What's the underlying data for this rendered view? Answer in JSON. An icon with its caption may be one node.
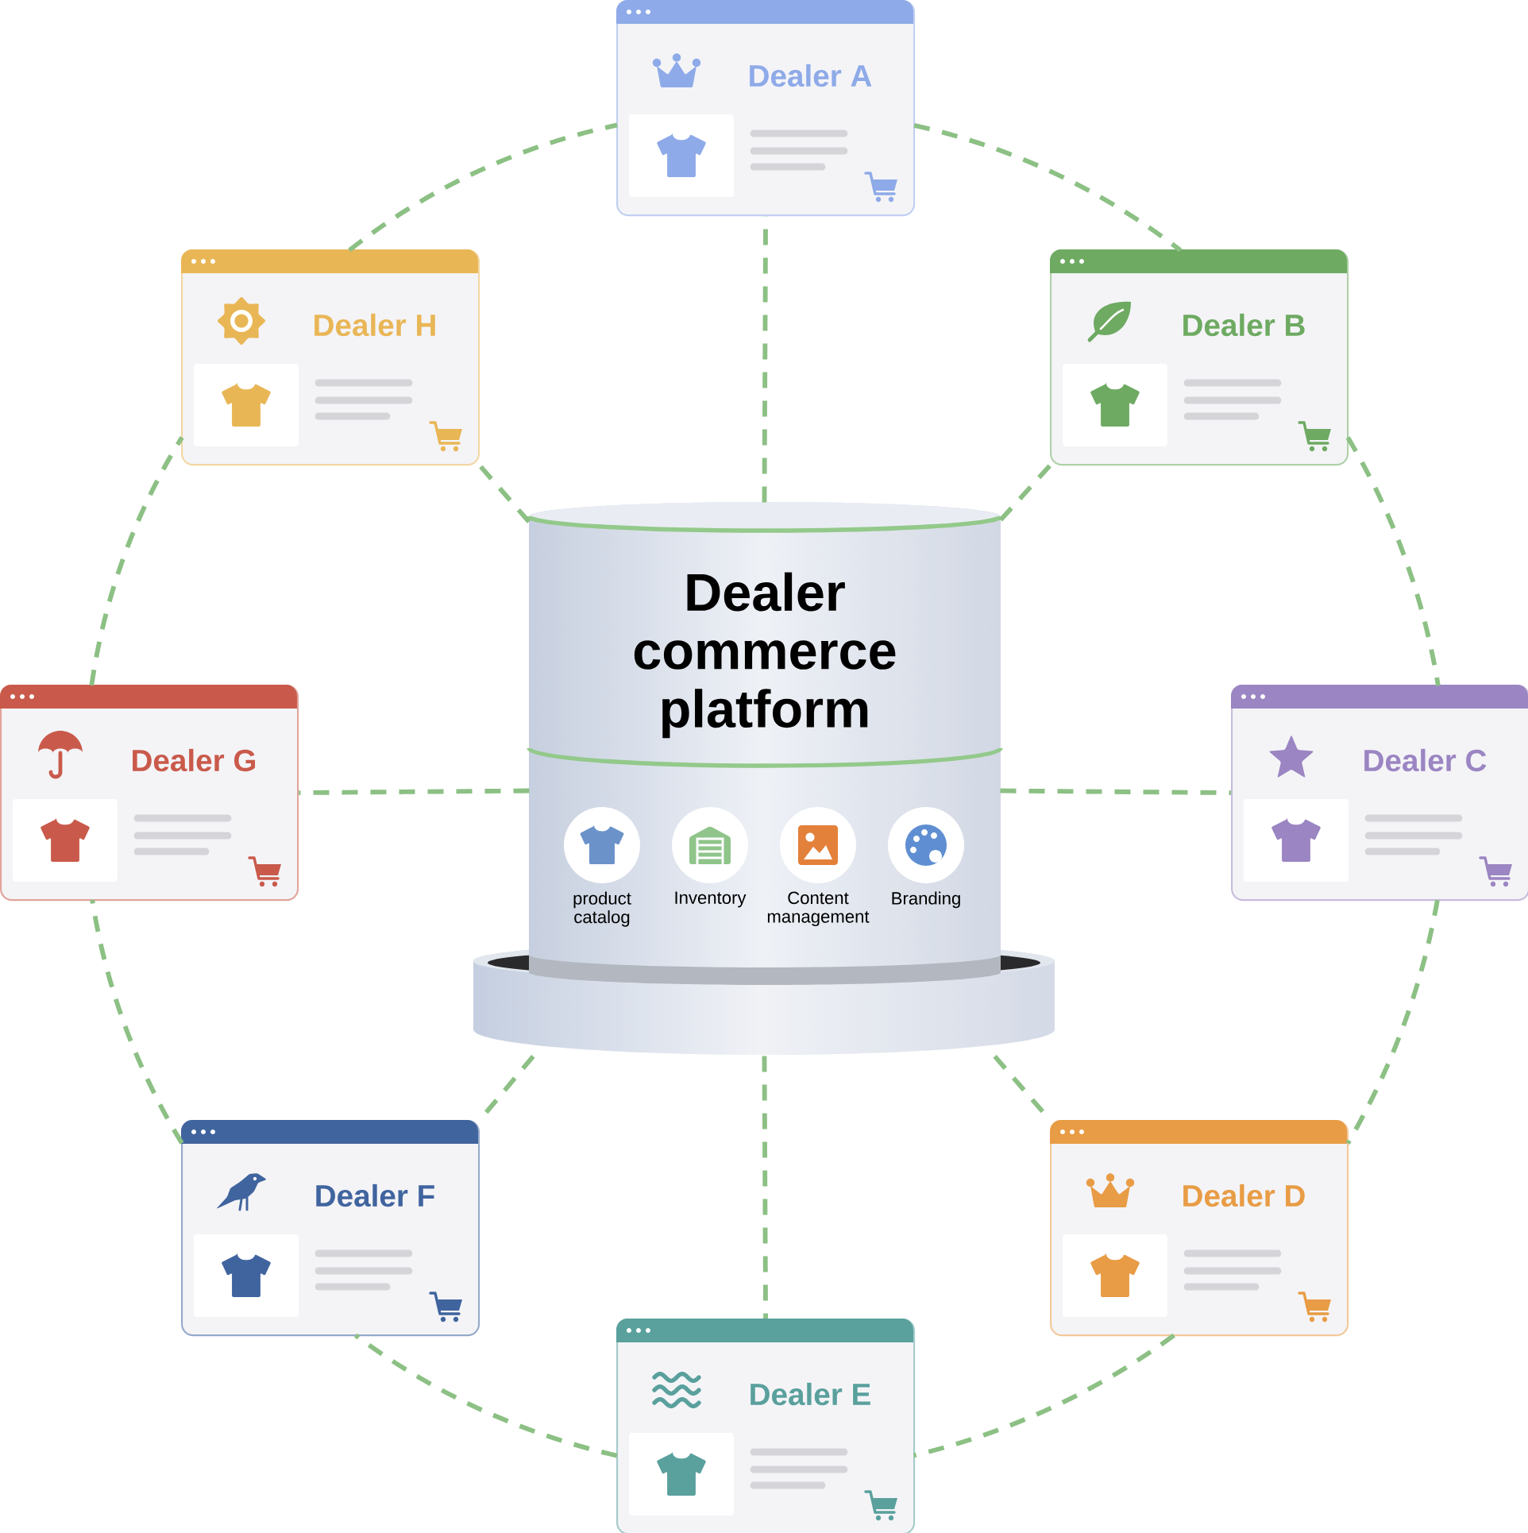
{
  "diagram": {
    "nodes": [
      {
        "text": [
          "Dealer commerce platform"
        ]
      },
      {
        "text": [
          "product catalog"
        ],
        "in": 0
      },
      {
        "text": [
          "Inventory"
        ],
        "in": 0
      },
      {
        "text": [
          "Content management"
        ],
        "in": 0
      },
      {
        "text": [
          "Branding"
        ],
        "in": 0
      },
      {
        "text": [
          "Dealer A"
        ]
      },
      {
        "text": [
          "Dealer B"
        ]
      },
      {
        "text": [
          "Dealer C"
        ]
      },
      {
        "text": [
          "Dealer D"
        ]
      },
      {
        "text": [
          "Dealer E"
        ]
      },
      {
        "text": [
          "Dealer F"
        ]
      },
      {
        "text": [
          "Dealer G"
        ]
      },
      {
        "text": [
          "Dealer H"
        ]
      }
    ],
    "edges": [
      {
        "from": 0,
        "to": 5,
        "arrow": "none",
        "style": "dashed"
      },
      {
        "from": 0,
        "to": 6,
        "arrow": "none",
        "style": "dashed"
      },
      {
        "from": 0,
        "to": 7,
        "arrow": "none",
        "style": "dashed"
      },
      {
        "from": 0,
        "to": 8,
        "arrow": "none",
        "style": "dashed"
      },
      {
        "from": 0,
        "to": 9,
        "arrow": "none",
        "style": "dashed"
      },
      {
        "from": 0,
        "to": 10,
        "arrow": "none",
        "style": "dashed"
      },
      {
        "from": 0,
        "to": 11,
        "arrow": "none",
        "style": "dashed"
      },
      {
        "from": 0,
        "to": 12,
        "arrow": "none",
        "style": "dashed"
      },
      {
        "from": 5,
        "to": 6,
        "arrow": "none",
        "style": "dashed"
      },
      {
        "from": 6,
        "to": 7,
        "arrow": "none",
        "style": "dashed"
      },
      {
        "from": 7,
        "to": 8,
        "arrow": "none",
        "style": "dashed"
      },
      {
        "from": 8,
        "to": 9,
        "arrow": "none",
        "style": "dashed"
      },
      {
        "from": 9,
        "to": 10,
        "arrow": "none",
        "style": "dashed"
      },
      {
        "from": 10,
        "to": 11,
        "arrow": "none",
        "style": "dashed"
      },
      {
        "from": 11,
        "to": 12,
        "arrow": "none",
        "style": "dashed"
      },
      {
        "from": 12,
        "to": 5,
        "arrow": "none",
        "style": "dashed"
      }
    ]
  }
}
